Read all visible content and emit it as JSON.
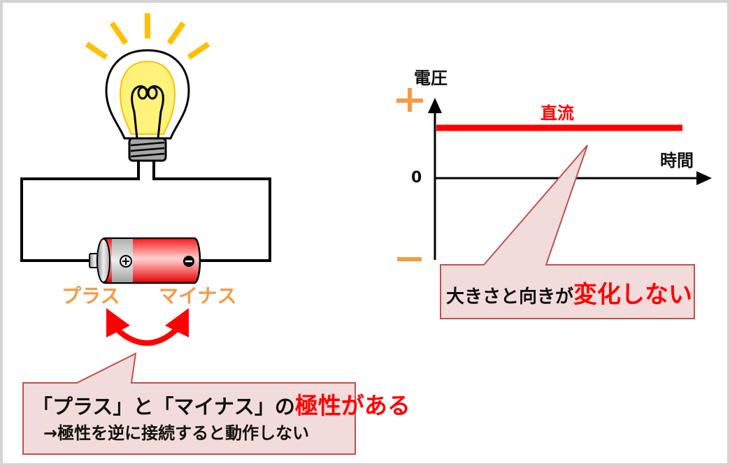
{
  "left_panel": {
    "plus_label": "プラス",
    "minus_label": "マイナス",
    "callout": {
      "line1_prefix": "「プラス」と「マイナス」の",
      "line1_emphasis": "極性がある",
      "line2": "→極性を逆に接続すると動作しない"
    }
  },
  "right_panel": {
    "y_axis_label": "電圧",
    "x_axis_label": "時間",
    "plus_sign": "+",
    "minus_sign": "−",
    "zero_label": "0",
    "series_label": "直流",
    "callout": {
      "prefix": "大きさと向きが",
      "emphasis": "変化しない"
    }
  },
  "colors": {
    "accent_orange": "#f59a47",
    "emphasis_red": "#ff0000",
    "callout_fill": "#f2dcdb",
    "callout_border": "#c0504d",
    "bulb_yellow": "#ffc000",
    "frame_border": "#d3d3d3"
  }
}
